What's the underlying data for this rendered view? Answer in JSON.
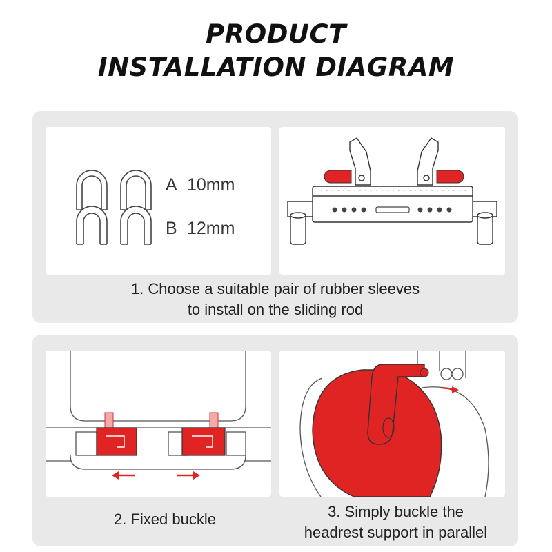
{
  "title": {
    "line1": "PRODUCT",
    "line2": "INSTALLATION DIAGRAM"
  },
  "step1": {
    "sleeve_a": "A",
    "sleeve_a_size": "10mm",
    "sleeve_b": "B",
    "sleeve_b_size": "12mm",
    "caption_line1": "1. Choose a suitable pair of rubber sleeves",
    "caption_line2": "to install on the sliding rod"
  },
  "step2": {
    "caption": "2. Fixed buckle"
  },
  "step3": {
    "caption_line1": "3. Simply buckle the",
    "caption_line2": "headrest support in parallel"
  },
  "colors": {
    "accent_red": "#e02424",
    "card_bg": "#e9e9e9",
    "line": "#333333"
  }
}
